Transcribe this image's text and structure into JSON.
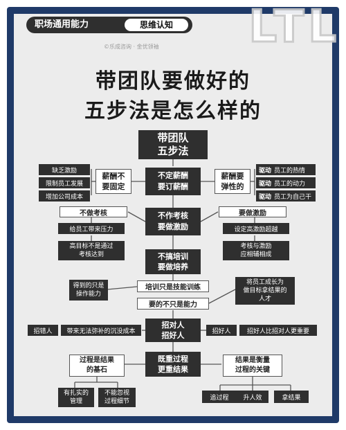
{
  "header": {
    "category_tag": "职场通用能力",
    "topic_tag": "思维认知",
    "source_line": "©乐成咨询 · 金优领袖",
    "watermark": "LTL"
  },
  "title": {
    "line1": "带团队要做好的",
    "line2": "五步法是怎么样的"
  },
  "root": "带团队\n五步法",
  "steps": {
    "step1": "不定薪酬\n要订薪酬",
    "step2": "不作考核\n要做激励",
    "step3": "不搞培训\n要做培养",
    "step3_sub1": "培训只是技能训练",
    "step3_sub2": "要的不只是能力",
    "step4": "招对人\n招好人",
    "step5": "既重过程\n更重结果"
  },
  "step1": {
    "left_label": "薪酬不\n要固定",
    "left_items": [
      "缺乏激励",
      "限制员工发展",
      "增加公司成本"
    ],
    "right_label": "薪酬要\n弹性的",
    "right_items": [
      {
        "tag": "驱动",
        "text": "员工的热情"
      },
      {
        "tag": "驱动",
        "text": "员工的动力"
      },
      {
        "tag": "驱动",
        "text": "员工为自己干"
      }
    ]
  },
  "step2": {
    "left_label": "不做考核",
    "left_items": [
      "给员工带来压力",
      "高目标不是通过\n考核达到"
    ],
    "right_label": "要做激励",
    "right_items": [
      "设定高激励超越",
      "考核与激励\n应相辅相成"
    ]
  },
  "step3": {
    "left_note": "得到的只是\n操作能力",
    "right_note": "将员工成长为\n做目标拿结果的\n人才"
  },
  "step4": {
    "left_items": [
      "招错人",
      "带来无法弥补的沉没成本"
    ],
    "right_items": [
      "招好人",
      "招好人比招对人更重要"
    ]
  },
  "step5": {
    "left_label": "过程是结果\n的基石",
    "left_items": [
      "有扎实的\n管理",
      "不能忽视\n过程细节"
    ],
    "right_label": "结果是衡量\n过程的关键",
    "right_items": [
      "追过程",
      "升人效",
      "拿结果"
    ]
  },
  "colors": {
    "frame": "#1f3a68",
    "dark_box": "#2f2f2f",
    "panel": "#ececec"
  }
}
